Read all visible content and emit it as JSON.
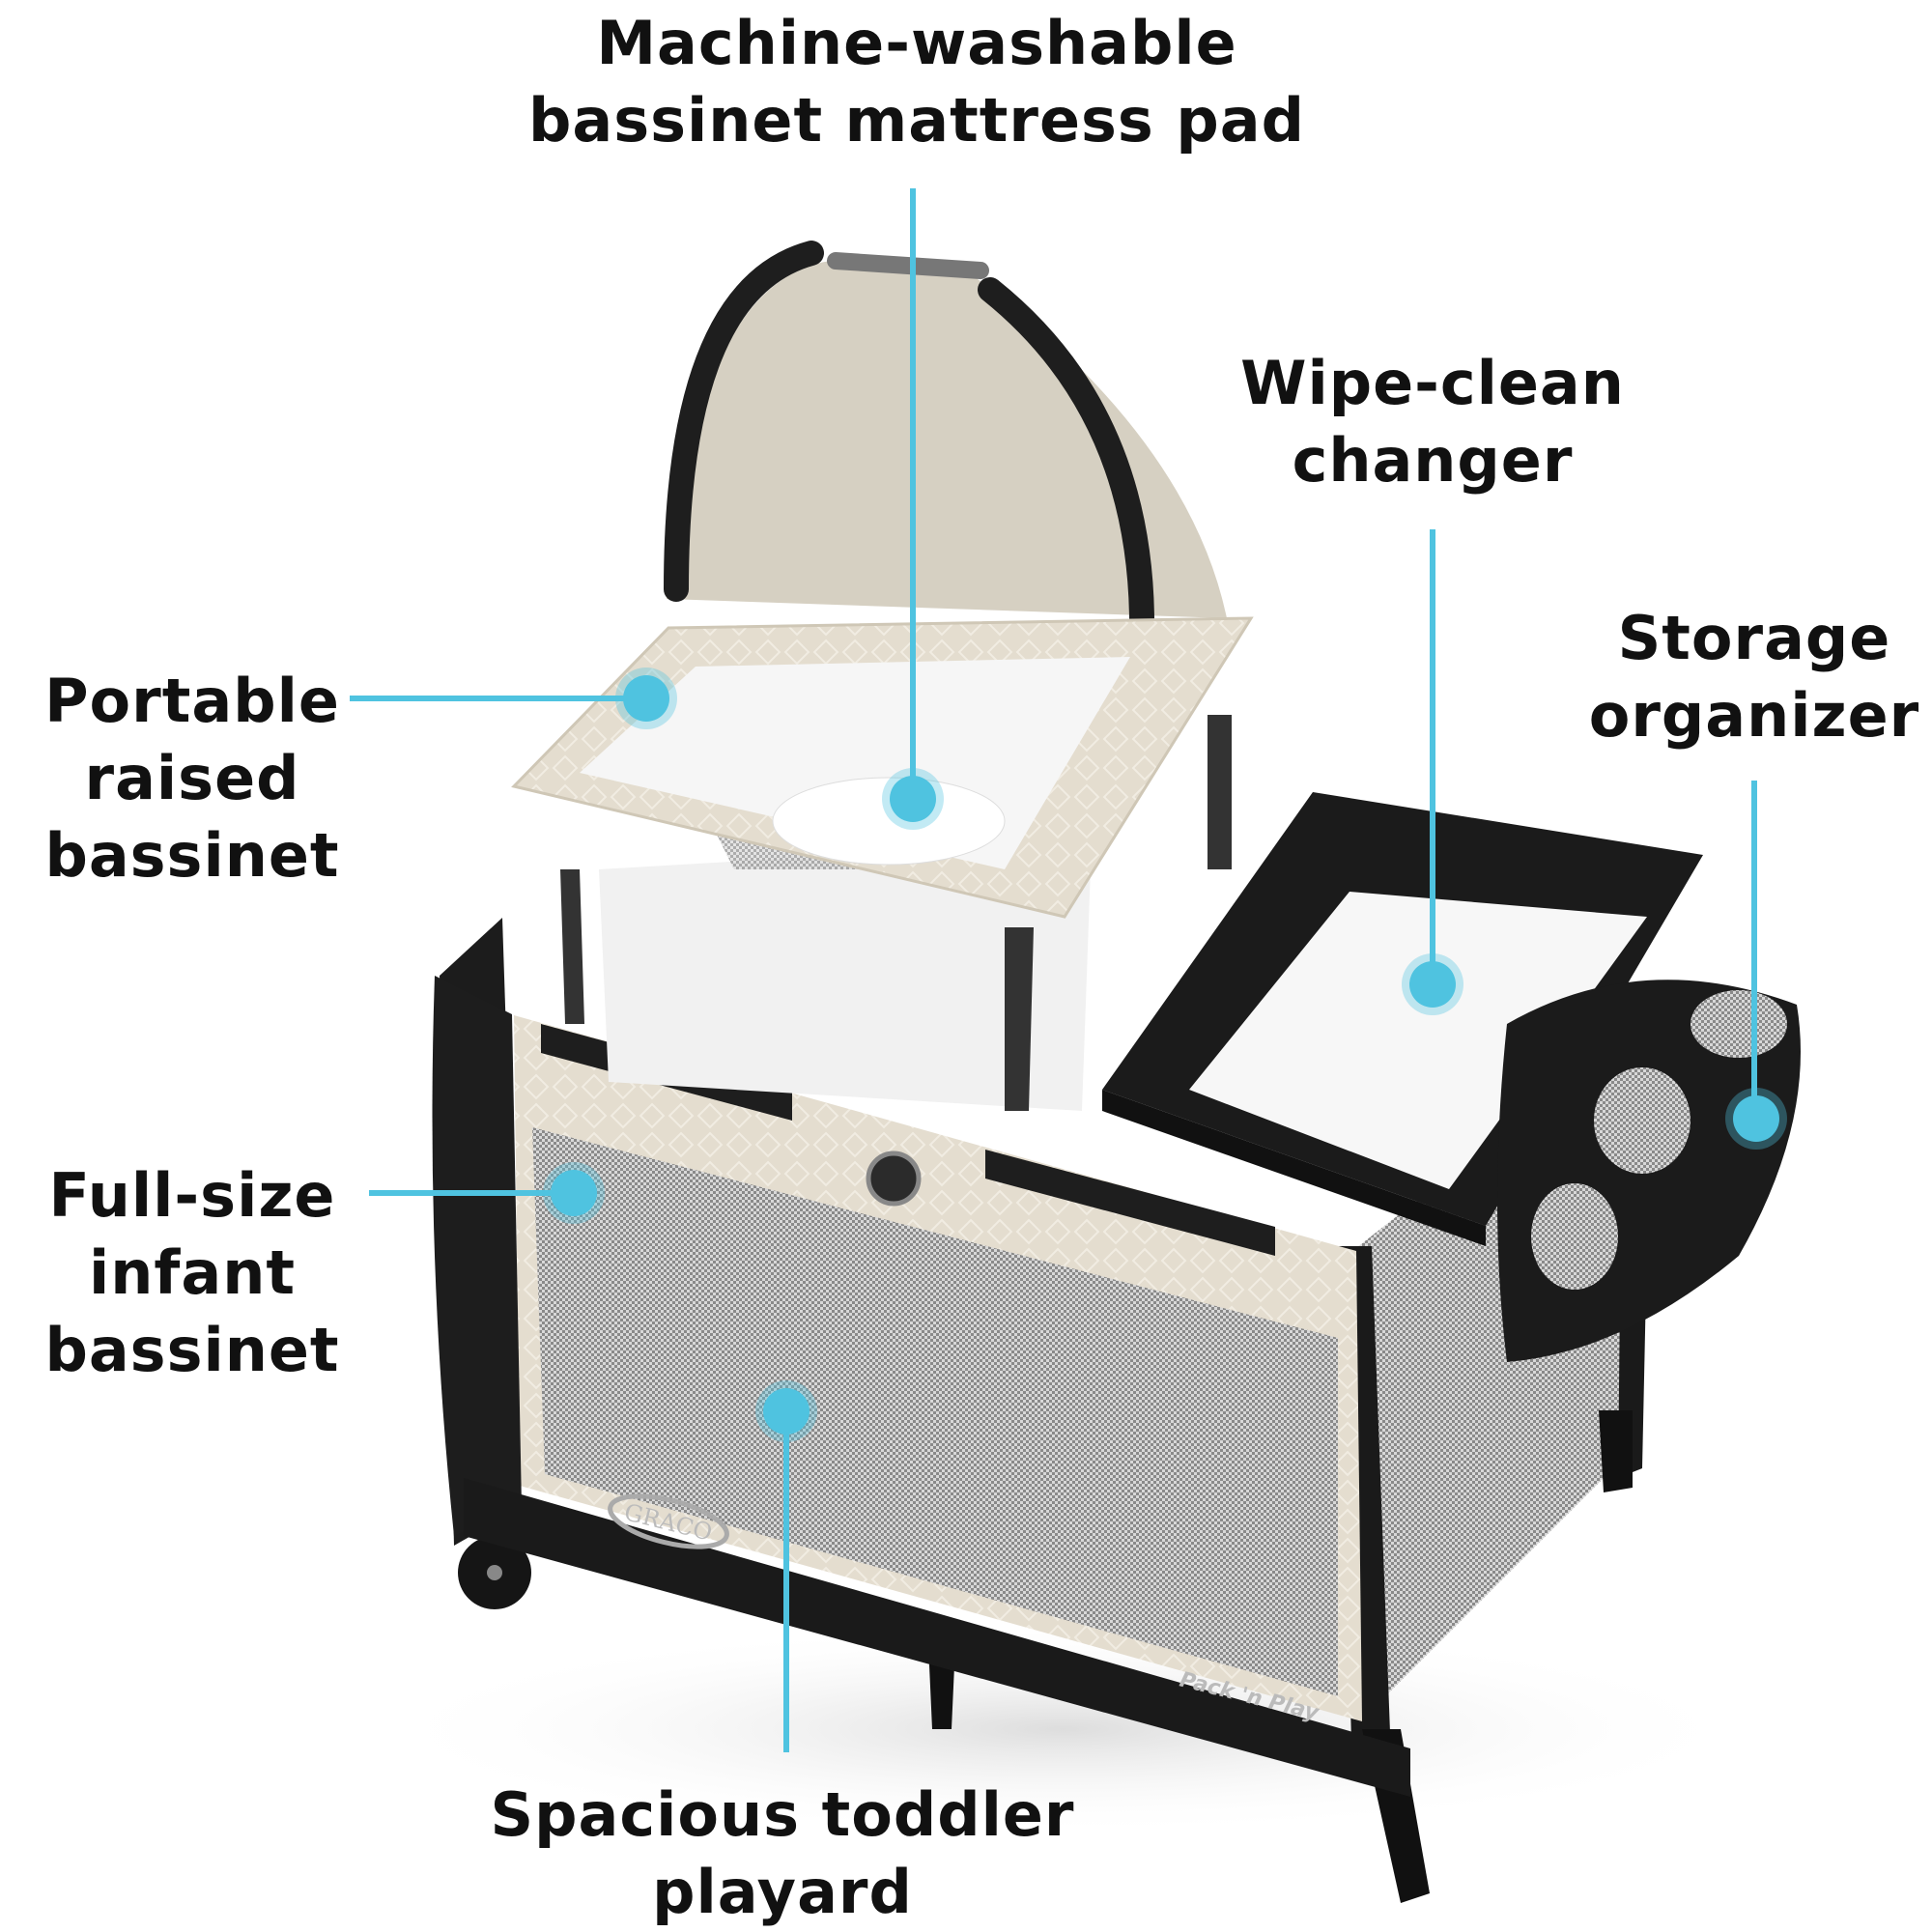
{
  "brand": {
    "logo": "GRACO",
    "model_mark": "Pack 'n Play"
  },
  "accent_color": "#4fc3e0",
  "callouts": [
    {
      "id": "mattress-pad",
      "lines": [
        "Machine-washable",
        "bassinet mattress pad"
      ]
    },
    {
      "id": "changer",
      "lines": [
        "Wipe-clean",
        "changer"
      ]
    },
    {
      "id": "organizer",
      "lines": [
        "Storage",
        "organizer"
      ]
    },
    {
      "id": "raised-bassinet",
      "lines": [
        "Portable",
        "raised",
        "bassinet"
      ]
    },
    {
      "id": "infant-bassinet",
      "lines": [
        "Full-size",
        "infant",
        "bassinet"
      ]
    },
    {
      "id": "playard",
      "lines": [
        "Spacious toddler",
        "playard"
      ]
    }
  ]
}
